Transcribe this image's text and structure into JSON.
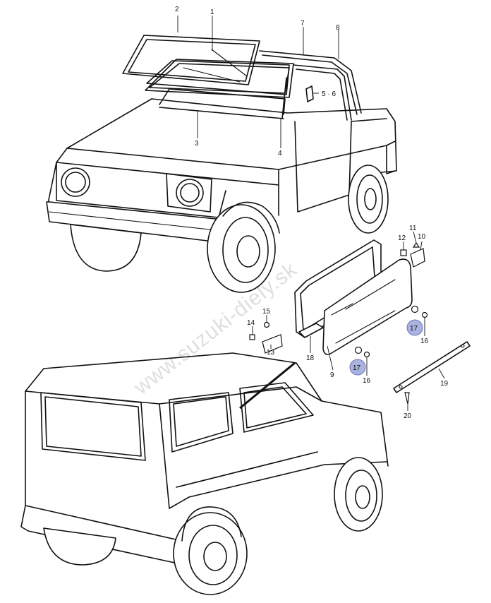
{
  "watermark": "www.suzuki-diely.sk",
  "highlight_color": "#aab3e0",
  "callouts": [
    {
      "id": "c1",
      "label": "1"
    },
    {
      "id": "c2",
      "label": "2"
    },
    {
      "id": "c3",
      "label": "3"
    },
    {
      "id": "c4",
      "label": "4"
    },
    {
      "id": "c56",
      "label": "5 · 6"
    },
    {
      "id": "c7",
      "label": "7"
    },
    {
      "id": "c8",
      "label": "8"
    },
    {
      "id": "c9",
      "label": "9"
    },
    {
      "id": "c10",
      "label": "10"
    },
    {
      "id": "c11",
      "label": "11"
    },
    {
      "id": "c12",
      "label": "12"
    },
    {
      "id": "c13",
      "label": "13"
    },
    {
      "id": "c14",
      "label": "14"
    },
    {
      "id": "c15",
      "label": "15"
    },
    {
      "id": "c16a",
      "label": "16"
    },
    {
      "id": "c16b",
      "label": "16"
    },
    {
      "id": "c17a",
      "label": "17",
      "highlighted": true
    },
    {
      "id": "c17b",
      "label": "17",
      "highlighted": true
    },
    {
      "id": "c18",
      "label": "18"
    },
    {
      "id": "c19",
      "label": "19"
    },
    {
      "id": "c20",
      "label": "20"
    }
  ]
}
